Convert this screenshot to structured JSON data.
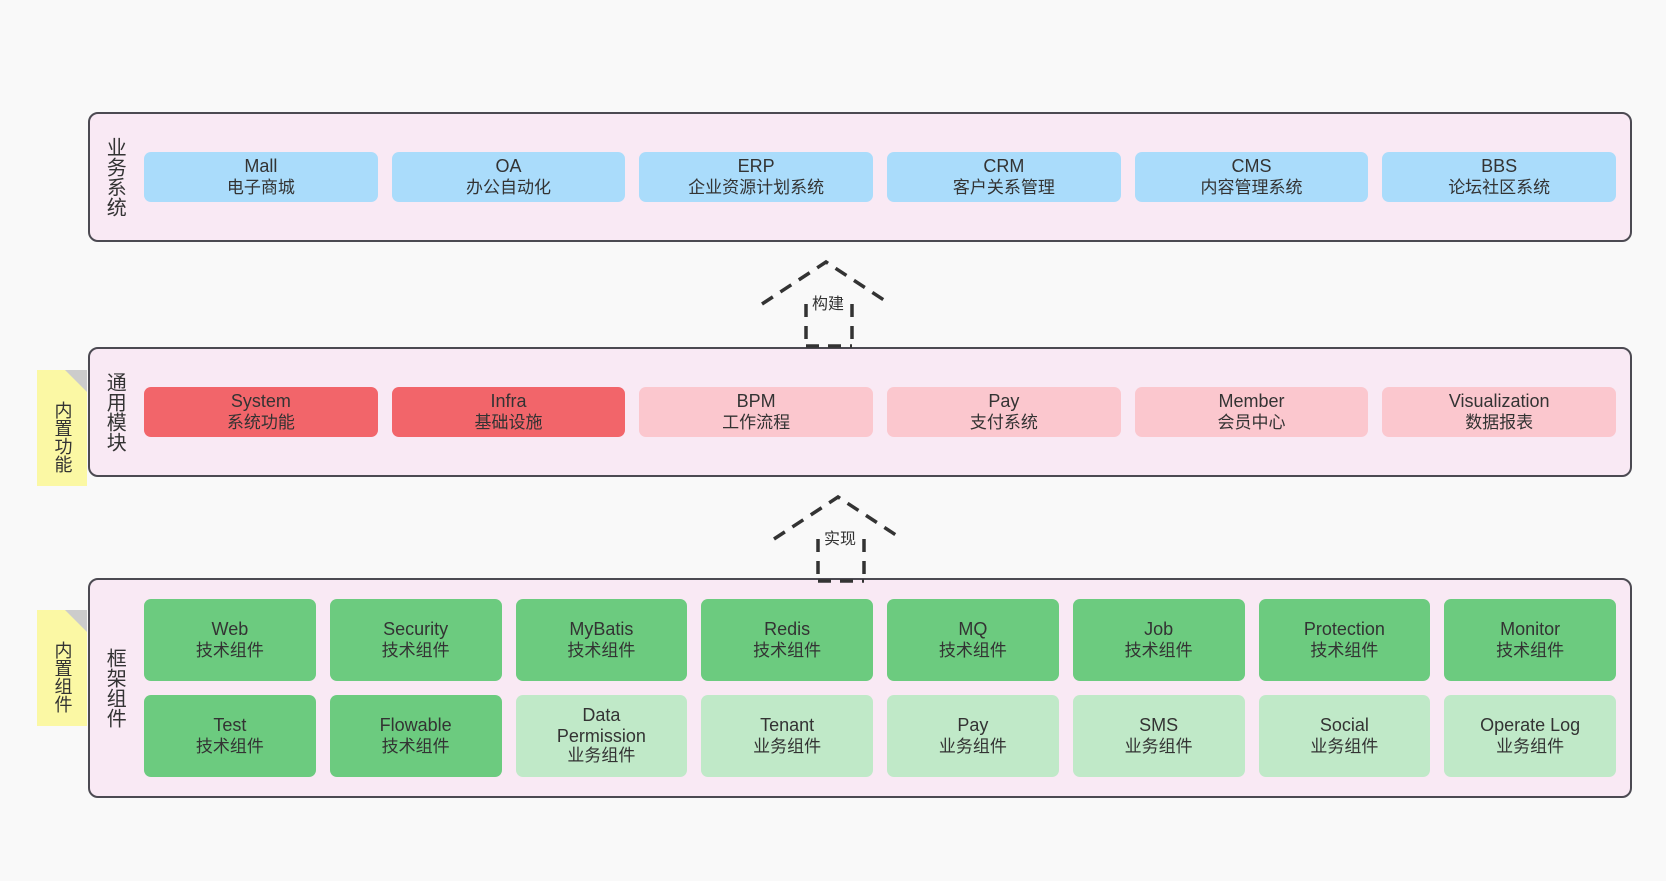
{
  "diagram": {
    "background_color": "#f9f9f9",
    "layer_fill": "#f9e9f4",
    "layer_border": "#4c4a52",
    "note_fill": "#fbf8a4",
    "note_fold": "#cccccc"
  },
  "layers": [
    {
      "id": "business-system",
      "label": "业务系统",
      "rows": [
        {
          "cards": [
            {
              "en": "Mall",
              "cn": "电子商城",
              "color": "#aadcfb",
              "style": "c-blue"
            },
            {
              "en": "OA",
              "cn": "办公自动化",
              "color": "#aadcfb",
              "style": "c-blue"
            },
            {
              "en": "ERP",
              "cn": "企业资源计划系统",
              "color": "#aadcfb",
              "style": "c-blue"
            },
            {
              "en": "CRM",
              "cn": "客户关系管理",
              "color": "#aadcfb",
              "style": "c-blue"
            },
            {
              "en": "CMS",
              "cn": "内容管理系统",
              "color": "#aadcfb",
              "style": "c-blue"
            },
            {
              "en": "BBS",
              "cn": "论坛社区系统",
              "color": "#aadcfb",
              "style": "c-blue"
            }
          ]
        }
      ]
    },
    {
      "id": "common-module",
      "label": "通用模块",
      "note": "内置功能",
      "rows": [
        {
          "cards": [
            {
              "en": "System",
              "cn": "系统功能",
              "color": "#f2656a",
              "style": "c-red"
            },
            {
              "en": "Infra",
              "cn": "基础设施",
              "color": "#f2656a",
              "style": "c-red"
            },
            {
              "en": "BPM",
              "cn": "工作流程",
              "color": "#fbc7ce",
              "style": "c-pink"
            },
            {
              "en": "Pay",
              "cn": "支付系统",
              "color": "#fbc7ce",
              "style": "c-pink"
            },
            {
              "en": "Member",
              "cn": "会员中心",
              "color": "#fbc7ce",
              "style": "c-pink"
            },
            {
              "en": "Visualization",
              "cn": "数据报表",
              "color": "#fbc7ce",
              "style": "c-pink"
            }
          ]
        }
      ]
    },
    {
      "id": "framework-component",
      "label": "框架组件",
      "note": "内置组件",
      "rows": [
        {
          "cards": [
            {
              "en": "Web",
              "cn": "技术组件",
              "color": "#6ccb7f",
              "style": "c-green"
            },
            {
              "en": "Security",
              "cn": "技术组件",
              "color": "#6ccb7f",
              "style": "c-green"
            },
            {
              "en": "MyBatis",
              "cn": "技术组件",
              "color": "#6ccb7f",
              "style": "c-green"
            },
            {
              "en": "Redis",
              "cn": "技术组件",
              "color": "#6ccb7f",
              "style": "c-green"
            },
            {
              "en": "MQ",
              "cn": "技术组件",
              "color": "#6ccb7f",
              "style": "c-green"
            },
            {
              "en": "Job",
              "cn": "技术组件",
              "color": "#6ccb7f",
              "style": "c-green"
            },
            {
              "en": "Protection",
              "cn": "技术组件",
              "color": "#6ccb7f",
              "style": "c-green"
            },
            {
              "en": "Monitor",
              "cn": "技术组件",
              "color": "#6ccb7f",
              "style": "c-green"
            }
          ]
        },
        {
          "cards": [
            {
              "en": "Test",
              "cn": "技术组件",
              "color": "#6ccb7f",
              "style": "c-green"
            },
            {
              "en": "Flowable",
              "cn": "技术组件",
              "color": "#6ccb7f",
              "style": "c-green"
            },
            {
              "en": "Data Permission",
              "cn": "业务组件",
              "color": "#c0e9c8",
              "style": "c-green-light"
            },
            {
              "en": "Tenant",
              "cn": "业务组件",
              "color": "#c0e9c8",
              "style": "c-green-light"
            },
            {
              "en": "Pay",
              "cn": "业务组件",
              "color": "#c0e9c8",
              "style": "c-green-light"
            },
            {
              "en": "SMS",
              "cn": "业务组件",
              "color": "#c0e9c8",
              "style": "c-green-light"
            },
            {
              "en": "Social",
              "cn": "业务组件",
              "color": "#c0e9c8",
              "style": "c-green-light"
            },
            {
              "en": "Operate Log",
              "cn": "业务组件",
              "color": "#c0e9c8",
              "style": "c-green-light"
            }
          ]
        }
      ]
    }
  ],
  "connectors": [
    {
      "id": "build",
      "label": "构建",
      "from": "common-module",
      "to": "business-system"
    },
    {
      "id": "implement",
      "label": "实现",
      "from": "framework-component",
      "to": "common-module"
    }
  ]
}
